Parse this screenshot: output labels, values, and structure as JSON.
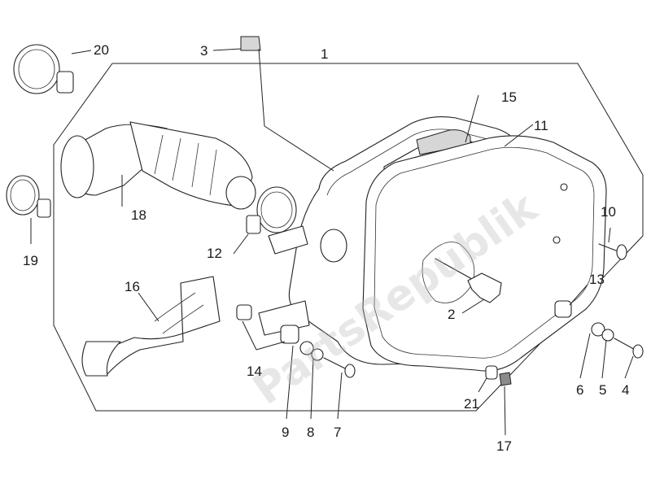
{
  "watermark": "PartsRepublik",
  "callouts": {
    "c1": "1",
    "c2": "2",
    "c3": "3",
    "c4": "4",
    "c5": "5",
    "c6": "6",
    "c7": "7",
    "c8": "8",
    "c9": "9",
    "c10": "10",
    "c11": "11",
    "c12": "12",
    "c13": "13",
    "c14": "14",
    "c15": "15",
    "c16": "16",
    "c17": "17",
    "c18": "18",
    "c19": "19",
    "c20": "20",
    "c21": "21"
  }
}
